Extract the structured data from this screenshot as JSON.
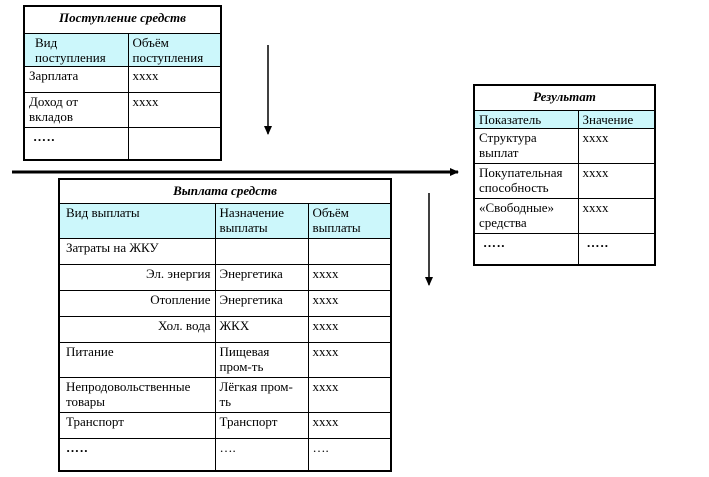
{
  "income": {
    "title": "Поступление средств",
    "headers": [
      "Вид поступления",
      "Объём поступления"
    ],
    "rows": [
      [
        "Зарплата",
        "xxxx"
      ],
      [
        "Доход от вкладов",
        "xxxx"
      ],
      [
        "…..",
        ""
      ]
    ]
  },
  "result": {
    "title": "Результат",
    "headers": [
      "Показатель",
      "Значение"
    ],
    "rows": [
      [
        "Структура выплат",
        "xxxx"
      ],
      [
        "Покупательная способность",
        "xxxx"
      ],
      [
        "«Свободные» средства",
        "xxxx"
      ],
      [
        "…..",
        "…..",
        ""
      ]
    ]
  },
  "payout": {
    "title": "Выплата средств",
    "headers": [
      "Вид выплаты",
      "Назначение выплаты",
      "Объём выплаты"
    ],
    "rows": [
      [
        "Затраты на ЖКУ",
        "",
        ""
      ],
      [
        "Эл. энергия",
        "Энергетика",
        "xxxx"
      ],
      [
        "Отопление",
        "Энергетика",
        "xxxx"
      ],
      [
        "Хол. вода",
        "ЖКХ",
        "xxxx"
      ],
      [
        "Питание",
        "Пищевая пром-ть",
        "xxxx"
      ],
      [
        "Непродовольственные товары",
        "Лёгкая пром-ть",
        "xxxx"
      ],
      [
        "Транспорт",
        "Транспорт",
        "xxxx"
      ],
      [
        "…..",
        "….",
        "…."
      ]
    ]
  },
  "colors": {
    "header_fill": "#ccf7fb",
    "line": "#000000"
  }
}
